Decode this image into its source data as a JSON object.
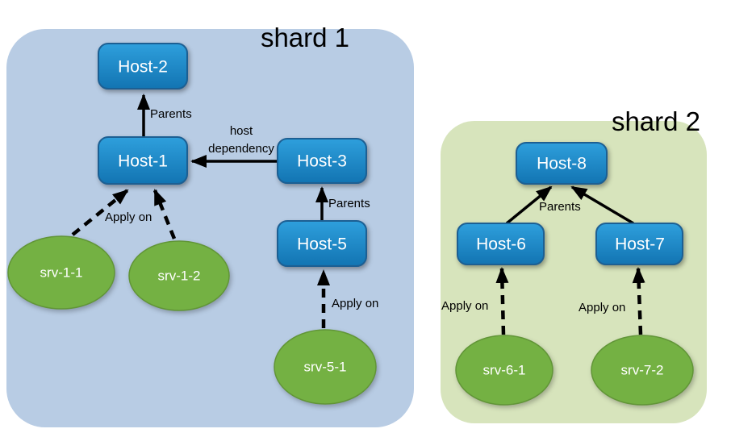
{
  "shard1": {
    "title": "shard 1",
    "nodes": {
      "host1": "Host-1",
      "host2": "Host-2",
      "host3": "Host-3",
      "host5": "Host-5",
      "srv11": "srv-1-1",
      "srv12": "srv-1-2",
      "srv51": "srv-5-1"
    },
    "labels": {
      "parents_top": "Parents",
      "host_dependency_1": "host",
      "host_dependency_2": "dependency",
      "parents_mid": "Parents",
      "apply_on_services": "Apply on",
      "apply_on_srv51": "Apply on"
    }
  },
  "shard2": {
    "title": "shard 2",
    "nodes": {
      "host6": "Host-6",
      "host7": "Host-7",
      "host8": "Host-8",
      "srv61": "srv-6-1",
      "srv72": "srv-7-2"
    },
    "labels": {
      "parents": "Parents",
      "apply_on_srv61": "Apply on",
      "apply_on_srv72": "Apply on"
    }
  },
  "edges": [
    {
      "from": "Host-1",
      "to": "Host-2",
      "style": "solid",
      "label": "Parents"
    },
    {
      "from": "Host-3",
      "to": "Host-1",
      "style": "solid",
      "label": "host dependency"
    },
    {
      "from": "Host-5",
      "to": "Host-3",
      "style": "solid",
      "label": "Parents"
    },
    {
      "from": "srv-1-1",
      "to": "Host-1",
      "style": "dashed",
      "label": "Apply on"
    },
    {
      "from": "srv-1-2",
      "to": "Host-1",
      "style": "dashed",
      "label": "Apply on"
    },
    {
      "from": "srv-5-1",
      "to": "Host-5",
      "style": "dashed",
      "label": "Apply on"
    },
    {
      "from": "Host-6",
      "to": "Host-8",
      "style": "solid",
      "label": "Parents"
    },
    {
      "from": "Host-7",
      "to": "Host-8",
      "style": "solid",
      "label": "Parents"
    },
    {
      "from": "srv-6-1",
      "to": "Host-6",
      "style": "dashed",
      "label": "Apply on"
    },
    {
      "from": "srv-7-2",
      "to": "Host-7",
      "style": "dashed",
      "label": "Apply on"
    }
  ],
  "colors": {
    "shard1_bg": "#b8cce4",
    "shard2_bg": "#d7e4bc",
    "host_fill_top": "#2e9fdc",
    "host_fill_bottom": "#1274b2",
    "host_border": "#1c5f93",
    "service_fill": "#74b143",
    "service_border": "#619537",
    "node_text": "#ffffff",
    "label_text": "#000000",
    "arrow": "#000000"
  }
}
